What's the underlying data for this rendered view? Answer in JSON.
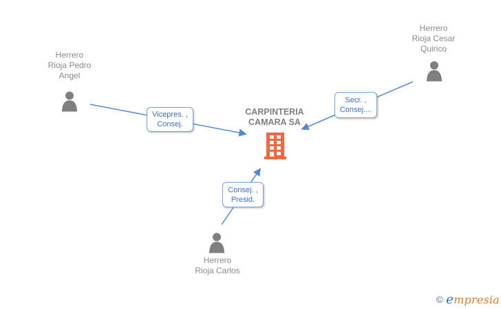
{
  "company": {
    "name_line1": "CARPINTERIA",
    "name_line2": "CAMARA SA"
  },
  "people": [
    {
      "line1": "Herrero",
      "line2": "Rioja Pedro",
      "line3": "Angel"
    },
    {
      "line1": "Herrero",
      "line2": "Rioja Cesar",
      "line3": "Quirico"
    },
    {
      "line1": "Herrero",
      "line2": "Rioja Carlos"
    }
  ],
  "relations": [
    {
      "from": "Herrero Rioja Pedro Angel",
      "to": "CARPINTERIA CAMARA SA",
      "label_line1": "Vicepres. ,",
      "label_line2": "Consej."
    },
    {
      "from": "Herrero Rioja Cesar Quirico",
      "to": "CARPINTERIA CAMARA SA",
      "label_line1": "Secr. ,",
      "label_line2": "Consej...."
    },
    {
      "from": "Herrero Rioja Carlos",
      "to": "CARPINTERIA CAMARA SA",
      "label_line1": "Consej. ,",
      "label_line2": "Presid."
    }
  ],
  "footer": {
    "copyright": "©",
    "brand_first_letter": "e",
    "brand_rest": "mpresia"
  },
  "colors": {
    "c-bg": "#ffffff",
    "c-person": "#7f7f7f",
    "c-name": "#8a8a8a",
    "c-title": "#7f7f7f",
    "c-building": "#f4663c",
    "c-arrow": "#4e8ad8",
    "c-label-border": "#6fa0e0",
    "c-label-text": "#3d6fc7",
    "c-logo-copy": "#54808f",
    "c-logo-e": "#2e75b5",
    "c-logo-rest": "#e07b28"
  }
}
